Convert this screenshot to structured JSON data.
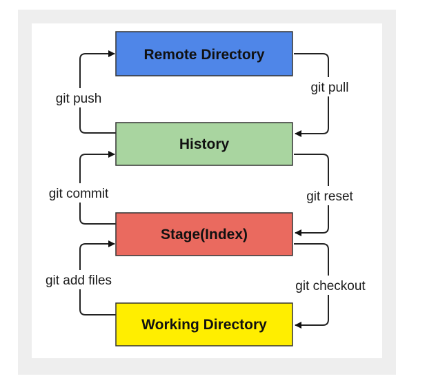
{
  "nodes": {
    "remote": {
      "label": "Remote Directory",
      "color": "#4f86e8"
    },
    "history": {
      "label": "History",
      "color": "#a9d5a0"
    },
    "stage": {
      "label": "Stage(Index)",
      "color": "#ea6a5f"
    },
    "working": {
      "label": "Working Directory",
      "color": "#ffee00"
    }
  },
  "edges": {
    "push": {
      "label": "git push",
      "from": "History",
      "to": "Remote Directory"
    },
    "pull": {
      "label": "git pull",
      "from": "Remote Directory",
      "to": "History"
    },
    "commit": {
      "label": "git commit",
      "from": "Stage(Index)",
      "to": "History"
    },
    "reset": {
      "label": "git reset",
      "from": "History",
      "to": "Stage(Index)"
    },
    "add": {
      "label": "git add files",
      "from": "Working Directory",
      "to": "Stage(Index)"
    },
    "checkout": {
      "label": "git checkout",
      "from": "Stage(Index)",
      "to": "Working Directory"
    }
  }
}
